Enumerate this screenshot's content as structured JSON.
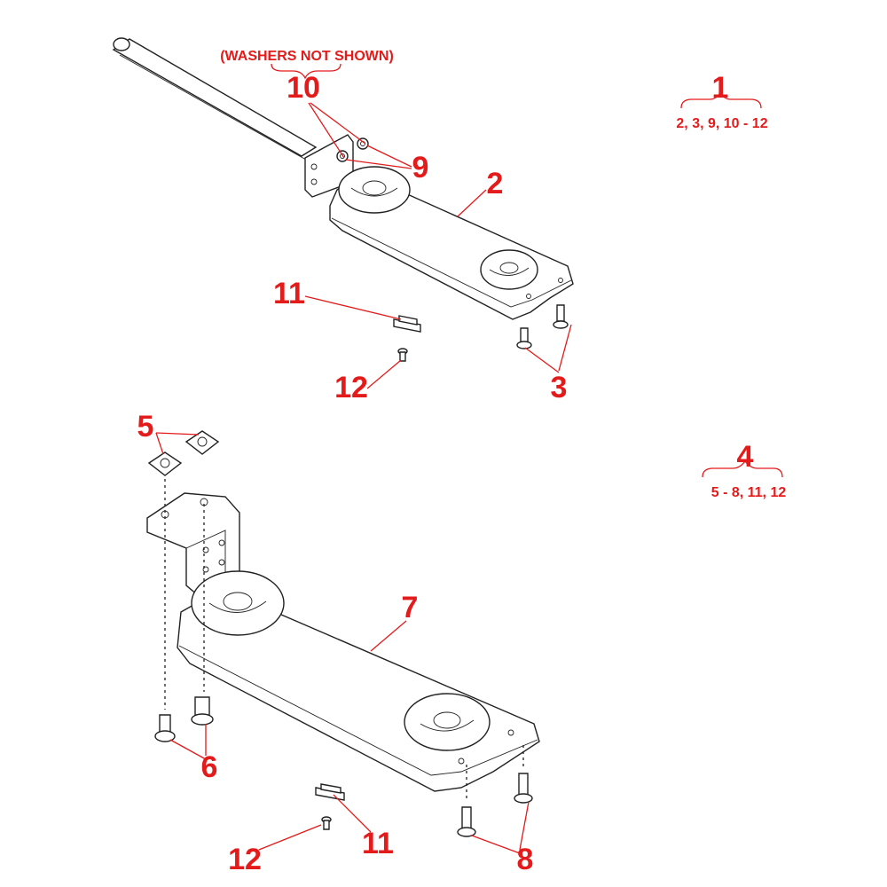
{
  "note": "(WASHERS NOT SHOWN)",
  "labels": {
    "l1": "1",
    "l1_sub": "2, 3, 9, 10 - 12",
    "l2": "2",
    "l3": "3",
    "l4": "4",
    "l4_sub": "5 - 8, 11, 12",
    "l5": "5",
    "l6": "6",
    "l7": "7",
    "l8": "8",
    "l9": "9",
    "l10": "10",
    "l11_top": "11",
    "l12_top": "12",
    "l11_bot": "11",
    "l12_bot": "12"
  },
  "colors": {
    "label": "#e31b1b",
    "line": "#222222"
  }
}
